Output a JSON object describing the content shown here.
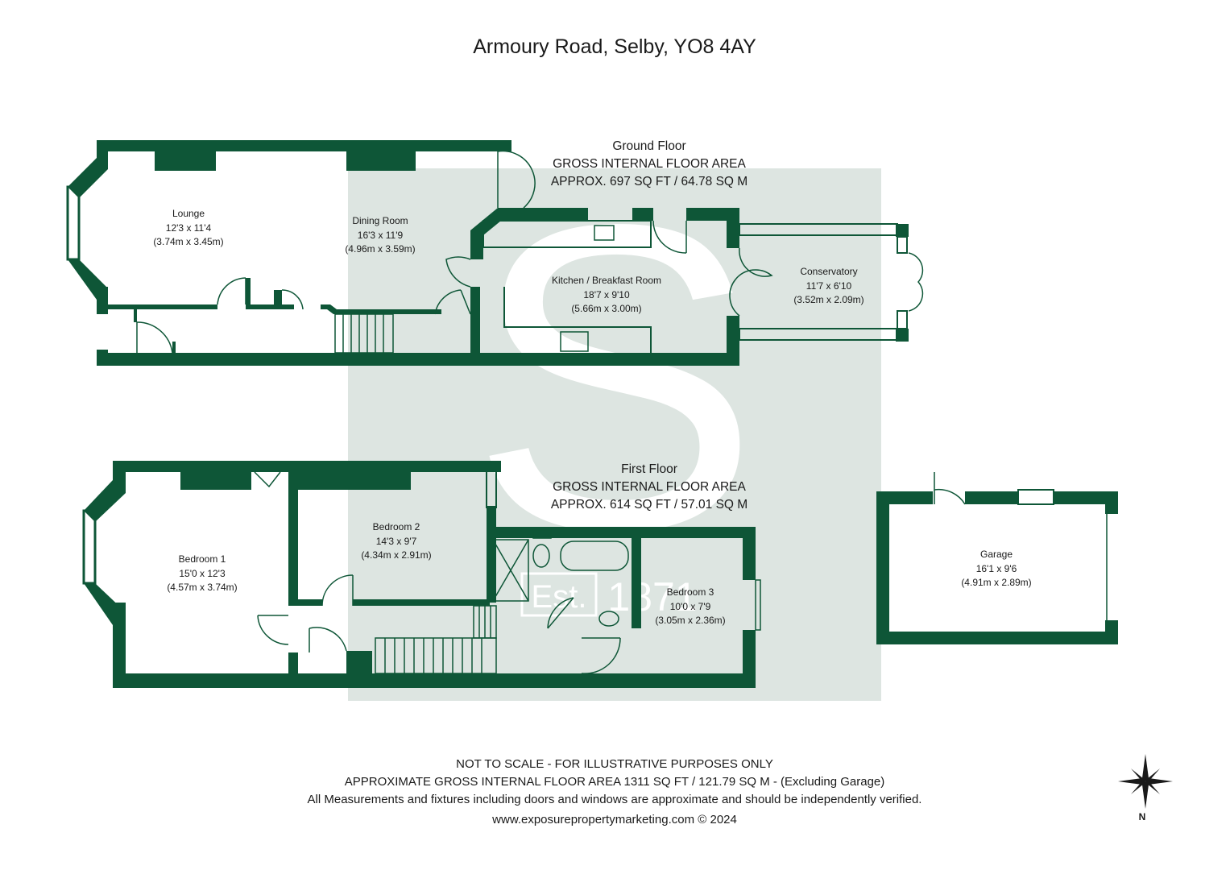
{
  "title": "Armoury Road, Selby, YO8 4AY",
  "colors": {
    "wall": "#0e5637",
    "watermark": "#dde5e1",
    "text": "#1a1a1a"
  },
  "ground_floor": {
    "heading": "Ground Floor",
    "area_label": "GROSS INTERNAL FLOOR AREA",
    "area_value": "APPROX. 697 SQ FT / 64.78 SQ M",
    "rooms": [
      {
        "name": "Lounge",
        "imperial": "12'3 x 11'4",
        "metric": "(3.74m x 3.45m)"
      },
      {
        "name": "Dining Room",
        "imperial": "16'3 x 11'9",
        "metric": "(4.96m x 3.59m)"
      },
      {
        "name": "Kitchen / Breakfast Room",
        "imperial": "18'7 x 9'10",
        "metric": "(5.66m x 3.00m)"
      },
      {
        "name": "Conservatory",
        "imperial": "11'7 x 6'10",
        "metric": "(3.52m x 2.09m)"
      }
    ]
  },
  "first_floor": {
    "heading": "First Floor",
    "area_label": "GROSS INTERNAL FLOOR AREA",
    "area_value": "APPROX. 614 SQ FT / 57.01 SQ M",
    "rooms": [
      {
        "name": "Bedroom 1",
        "imperial": "15'0 x 12'3",
        "metric": "(4.57m x 3.74m)"
      },
      {
        "name": "Bedroom 2",
        "imperial": "14'3 x 9'7",
        "metric": "(4.34m x 2.91m)"
      },
      {
        "name": "Bedroom 3",
        "imperial": "10'0 x 7'9",
        "metric": "(3.05m x 2.36m)"
      }
    ]
  },
  "garage": {
    "name": "Garage",
    "imperial": "16'1 x 9'6",
    "metric": "(4.91m x 2.89m)"
  },
  "watermark": {
    "letter": "S",
    "est": "Est.",
    "year": "1871"
  },
  "footer": {
    "line1": "NOT TO SCALE - FOR ILLUSTRATIVE PURPOSES ONLY",
    "line2": "APPROXIMATE GROSS INTERNAL FLOOR AREA 1311 SQ FT / 121.79 SQ M - (Excluding Garage)",
    "line3": "All Measurements and fixtures including doors and windows are approximate and should be independently verified.",
    "url": "www.exposurepropertymarketing.com © 2024"
  },
  "compass": {
    "label": "N"
  }
}
